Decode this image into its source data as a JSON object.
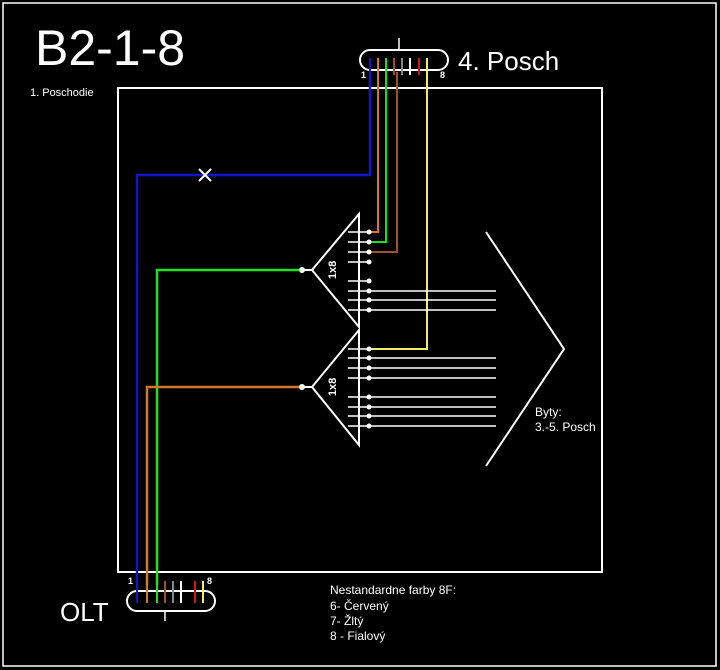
{
  "title": "B2-1-8",
  "labels": {
    "top_cable": "4. Posch",
    "floor": "1. Poschodie",
    "olt": "OLT",
    "byty_line1": "Byty:",
    "byty_line2": "3.-5. Posch",
    "splitter": "1x8",
    "cable_start": "1",
    "cable_end": "8"
  },
  "legend": {
    "heading": "Nestandardne farby 8F:",
    "items": [
      "6- Červený",
      "7- Žltý",
      "8 - Fialový"
    ]
  },
  "colors": {
    "background": "#000000",
    "foreground": "#ffffff",
    "blue": "#1414c8",
    "orange": "#d2782d",
    "green": "#22dd22",
    "brown": "#a0522d",
    "yellow": "#f0f060",
    "red": "#dd1111",
    "gray": "#888888"
  }
}
